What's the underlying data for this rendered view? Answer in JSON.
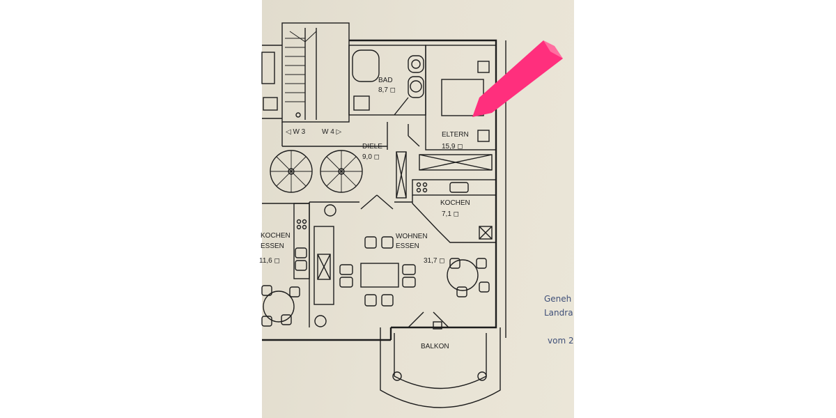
{
  "rooms": {
    "bad": {
      "name": "BAD",
      "area": "8,7 ◻"
    },
    "eltern": {
      "name": "ELTERN",
      "area": "15,9 ◻"
    },
    "diele": {
      "name": "DIELE",
      "area": "9,0 ◻"
    },
    "kochen": {
      "name": "KOCHEN",
      "area": "7,1 ◻"
    },
    "wohnen": {
      "name": "WOHNEN",
      "name2": "ESSEN",
      "area": "31,7 ◻"
    },
    "balkon": {
      "name": "BALKON"
    },
    "kochen_left": {
      "name": "KOCHEN",
      "name2": "ESSEN",
      "area": "11,6 ◻"
    }
  },
  "units": {
    "w3": "◁ W 3",
    "w4": "W 4 ▷"
  },
  "stamp": {
    "line1": "Geneh",
    "line2": "Landra",
    "line3": "vom 2"
  },
  "colors": {
    "paper": "#e6e1d3",
    "ink": "#1d1d1d",
    "marker": "#ff2f7d",
    "stamp": "#3e4f78"
  }
}
